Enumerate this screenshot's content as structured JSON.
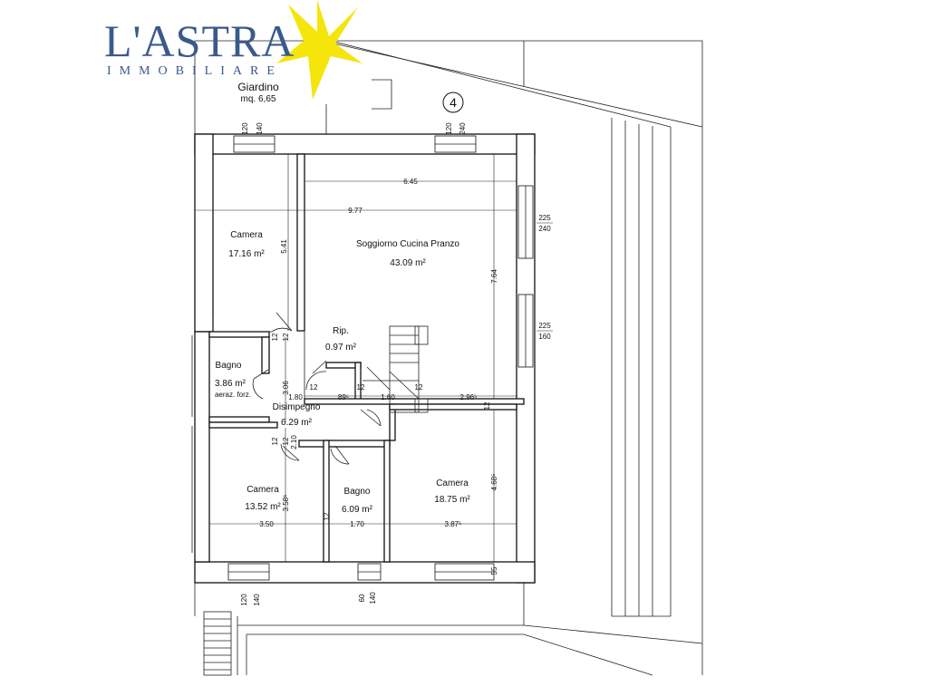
{
  "logo": {
    "main": "L'ASTRA",
    "sub": "IMMOBILIARE",
    "star_color": "#f5e50a",
    "text_color": "#3a5a8c"
  },
  "garden": {
    "name": "Giardino",
    "area": "mq. 6,65"
  },
  "unit_number": "4",
  "rooms": {
    "camera_nw": {
      "name": "Camera",
      "area": "17.16 m²"
    },
    "soggiorno": {
      "name": "Soggiorno Cucina Pranzo",
      "area": "43.09 m²"
    },
    "ripostiglio": {
      "name": "Rip.",
      "area": "0.97 m²"
    },
    "bagno_w": {
      "name": "Bagno",
      "area": "3.86 m²",
      "note": "aeraz. forz."
    },
    "disimpegno": {
      "name": "Disimpegno",
      "area": "6.29 m²"
    },
    "camera_sw": {
      "name": "Camera",
      "area": "13.52 m²"
    },
    "bagno_s": {
      "name": "Bagno",
      "area": "6.09 m²"
    },
    "camera_se": {
      "name": "Camera",
      "area": "18.75 m²"
    }
  },
  "dimensions": {
    "w_top_left_a": "120",
    "w_top_left_b": "140",
    "w_top_right_a": "120",
    "w_top_right_b": "240",
    "d_645": "6.45",
    "d_977": "9.77",
    "w_east_1a": "225",
    "w_east_1b": "240",
    "w_east_2a": "225",
    "w_east_2b": "160",
    "d_541": "5.41",
    "d_764": "7.64",
    "d_12a": "12",
    "d_12b": "12",
    "d_12c": "12",
    "d_12d": "12",
    "d_12e": "12",
    "d_12f": "12",
    "d_12g": "12",
    "d_12h": "12",
    "d_12i": "12",
    "d_306": "3.06",
    "d_180": "1.80",
    "d_89": "89⁵",
    "d_160": "1.60",
    "d_296": "2.96⁵",
    "d_210": "2.10",
    "d_358": "3.58⁵",
    "d_468": "4.68⁵",
    "d_350": "3.50",
    "d_170": "1.70",
    "d_387": "3.87⁵",
    "d_55": "55",
    "w_bot_left_a": "120",
    "w_bot_left_b": "140",
    "w_bot_mid_a": "60",
    "w_bot_mid_b": "140"
  }
}
